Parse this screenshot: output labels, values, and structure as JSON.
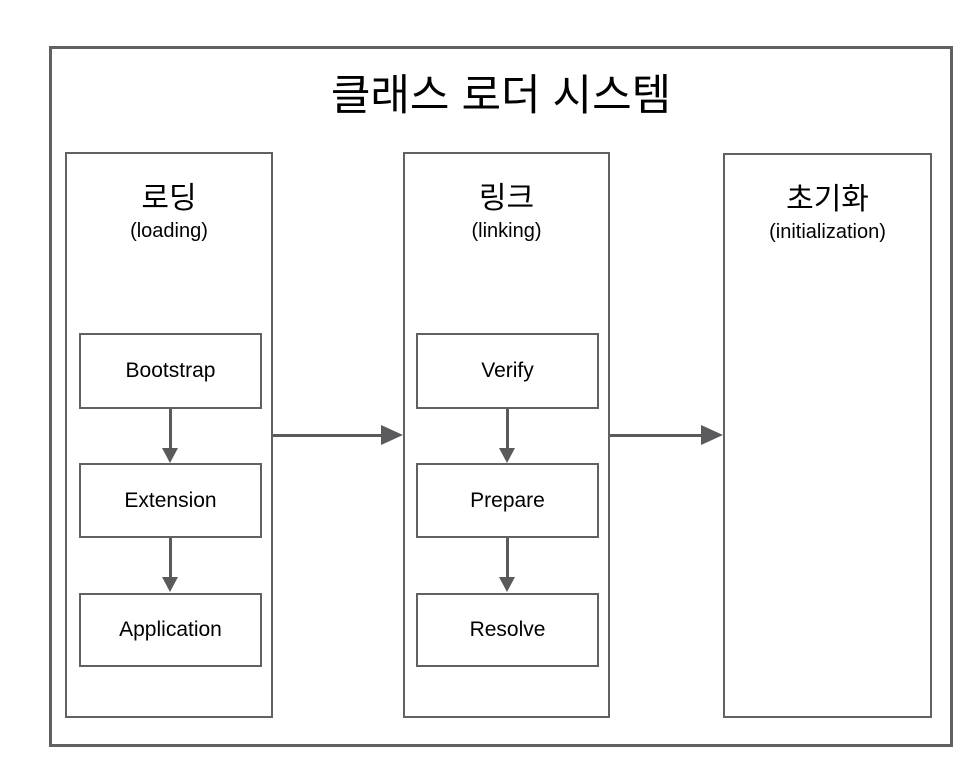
{
  "diagram": {
    "title": "클래스 로더 시스템",
    "columns": [
      {
        "title": "로딩",
        "subtitle": "(loading)",
        "steps": [
          "Bootstrap",
          "Extension",
          "Application"
        ]
      },
      {
        "title": "링크",
        "subtitle": "(linking)",
        "steps": [
          "Verify",
          "Prepare",
          "Resolve"
        ]
      },
      {
        "title": "초기화",
        "subtitle": "(initialization)",
        "steps": []
      }
    ],
    "colors": {
      "border": "#616161",
      "arrow": "#5a5a5c",
      "text": "#000000",
      "background": "#ffffff"
    }
  }
}
